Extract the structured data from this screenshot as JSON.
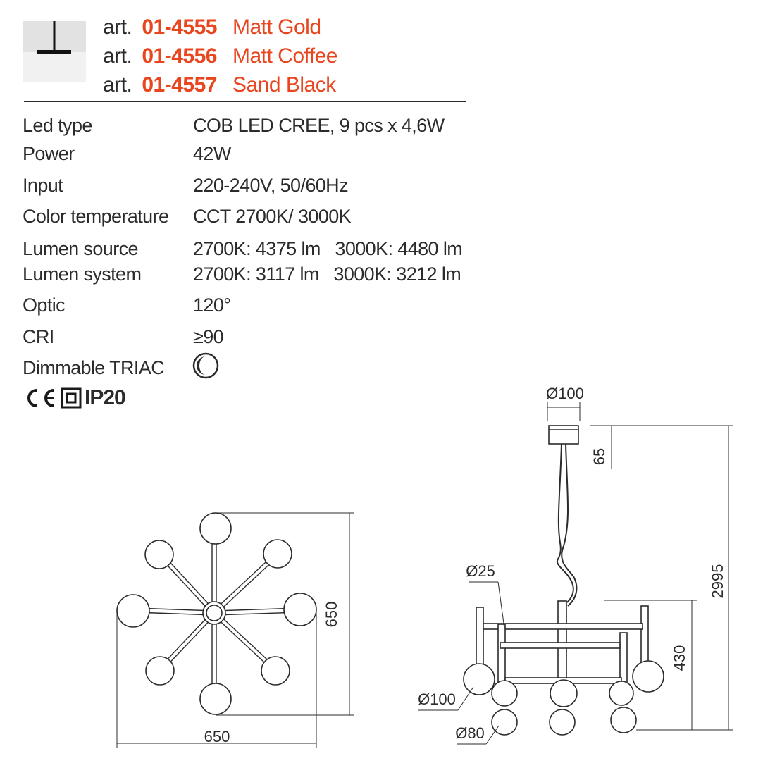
{
  "accent_color": "#e8461e",
  "articles": [
    {
      "prefix": "art.",
      "code": "01-4555",
      "name": "Matt Gold"
    },
    {
      "prefix": "art.",
      "code": "01-4556",
      "name": "Matt Coffee"
    },
    {
      "prefix": "art.",
      "code": "01-4557",
      "name": "Sand Black"
    }
  ],
  "specs": [
    {
      "label": "Led type",
      "value": "COB LED CREE, 9 pcs x 4,6W"
    },
    {
      "label": "Power",
      "value": "42W"
    },
    {
      "label": "Input",
      "value": "220-240V, 50/60Hz"
    },
    {
      "label": "Color temperature",
      "value": "CCT 2700K/ 3000K"
    },
    {
      "label": "Lumen source",
      "value": "2700K: 4375 lm   3000K: 4480 lm"
    },
    {
      "label": "Lumen system",
      "value": "2700K: 3117 lm   3000K: 3212 lm"
    },
    {
      "label": "Optic",
      "value": "120°"
    },
    {
      "label": "CRI",
      "value": "≥90"
    },
    {
      "label": "Dimmable TRIAC",
      "value": "",
      "icon": "dimmable-icon"
    }
  ],
  "certifications": {
    "ce": "CE",
    "class_icon": "double-insulation-icon",
    "ip": "IP20"
  },
  "top_view": {
    "width_label": "650",
    "height_label": "650"
  },
  "side_view": {
    "canopy_diameter": "Ø100",
    "canopy_height": "65",
    "total_height": "2995",
    "body_height": "430",
    "tube_diameter": "Ø25",
    "globe_large": "Ø100",
    "globe_small": "Ø80"
  }
}
